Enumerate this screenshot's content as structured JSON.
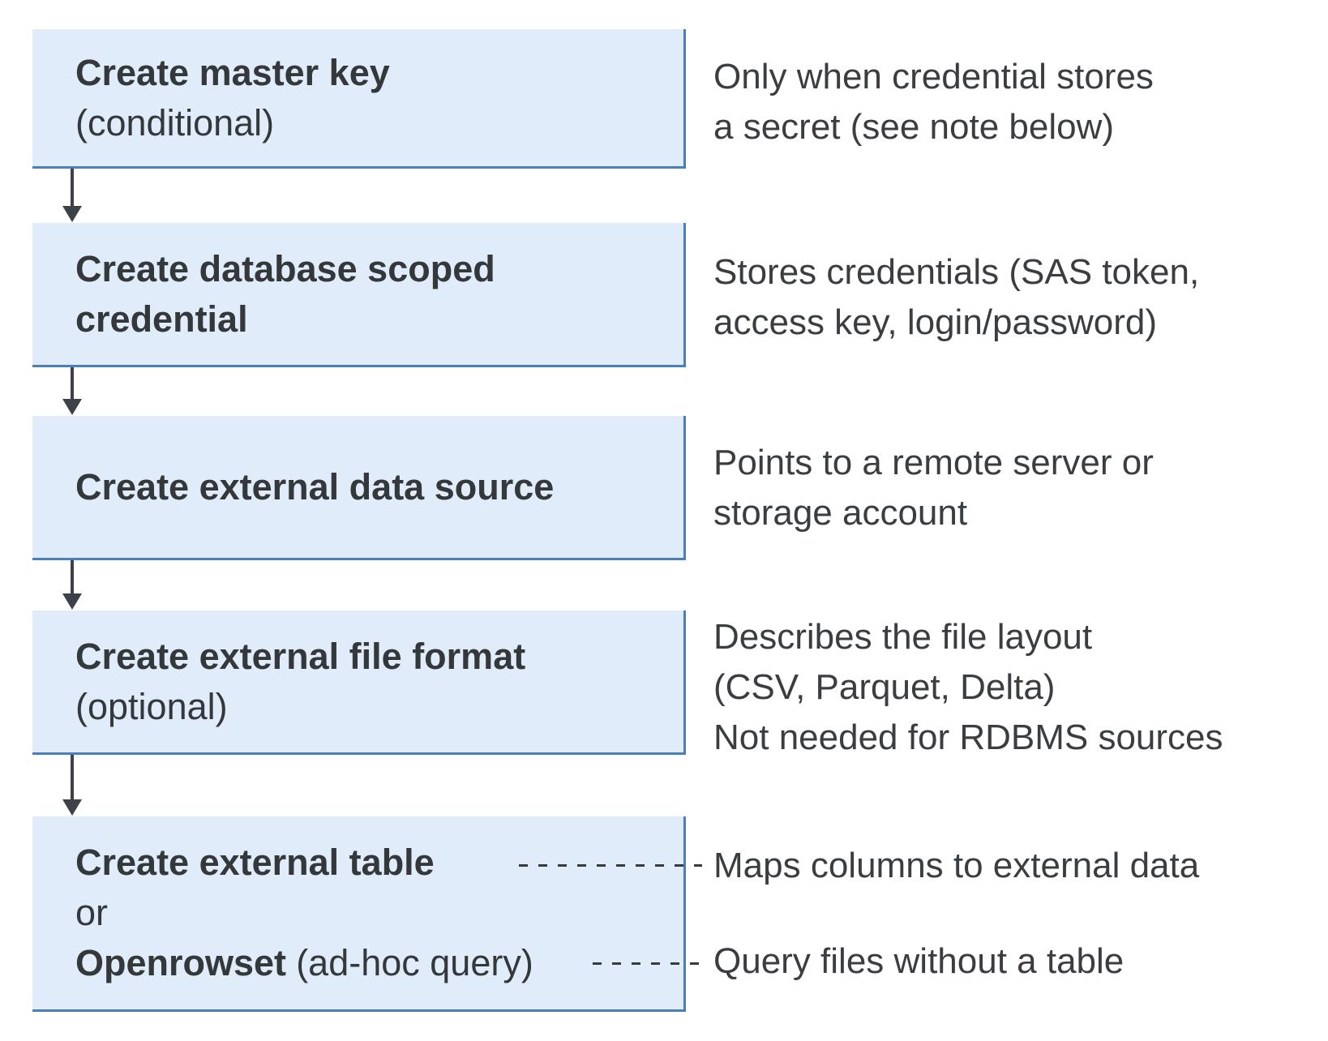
{
  "colors": {
    "box-fill": "#e1ecfa",
    "box-border": "#4a7fba",
    "arrow": "#3d4248",
    "dash": "#3a3a3a",
    "title-text": "#35383b",
    "body-text": "#3b3e41",
    "page-bg": "#ffffff"
  },
  "steps": [
    {
      "title": "Create master key",
      "subtitle": "(conditional)",
      "note": [
        "Only when credential stores",
        "a secret (see note below)"
      ]
    },
    {
      "title": [
        "Create database scoped",
        "credential"
      ],
      "note": [
        "Stores credentials (SAS token,",
        "access key, login/password)"
      ]
    },
    {
      "title": "Create external data source",
      "note": [
        "Points to a remote server or",
        "storage account"
      ]
    },
    {
      "title": "Create external file format",
      "subtitle": "(optional)",
      "note": [
        "Describes the file layout",
        "(CSV, Parquet, Delta)",
        "Not needed for RDBMS sources"
      ]
    },
    {
      "title": "Create external table",
      "or_label": "or",
      "alt_title": "Openrowset",
      "alt_suffix": "(ad-hoc query)",
      "note_table": "Maps columns to external data",
      "note_openrowset": "Query files without a table"
    }
  ]
}
